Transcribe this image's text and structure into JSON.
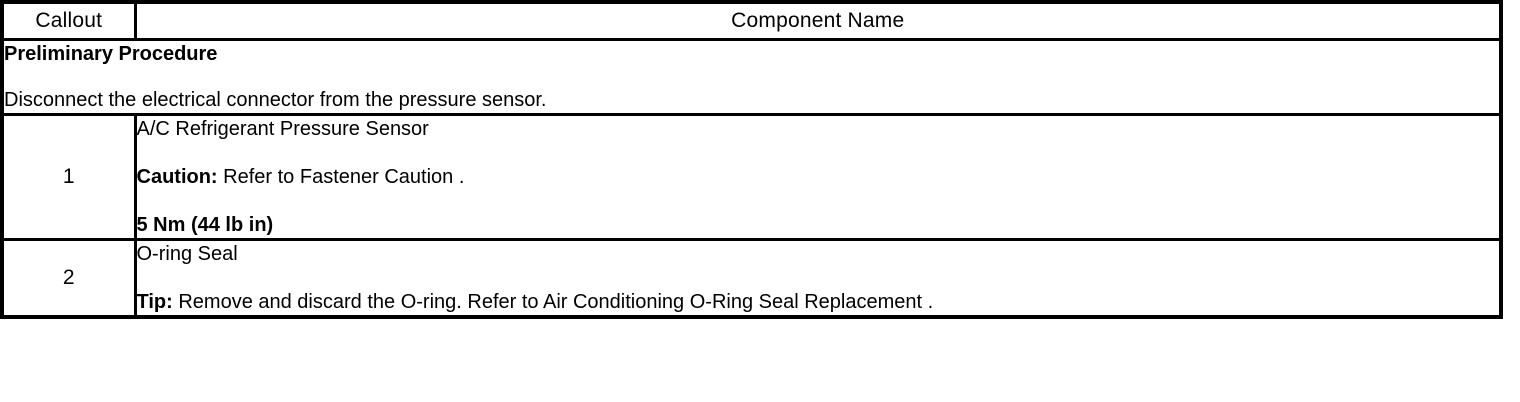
{
  "table": {
    "headers": {
      "callout": "Callout",
      "component_name": "Component Name"
    },
    "preliminary": {
      "title": "Preliminary Procedure",
      "text": "Disconnect the electrical connector from the pressure sensor."
    },
    "rows": [
      {
        "callout": "1",
        "name": "A/C Refrigerant Pressure Sensor",
        "note_label": "Caution:",
        "note_text": " Refer to Fastener Caution .",
        "torque": "5 Nm (44 lb in)"
      },
      {
        "callout": "2",
        "name": "O-ring Seal",
        "note_label": "Tip:",
        "note_text": " Remove and discard the O-ring. Refer to Air Conditioning O-Ring Seal Replacement ."
      }
    ]
  },
  "colors": {
    "border": "#000000",
    "text": "#000000",
    "background": "#ffffff"
  }
}
